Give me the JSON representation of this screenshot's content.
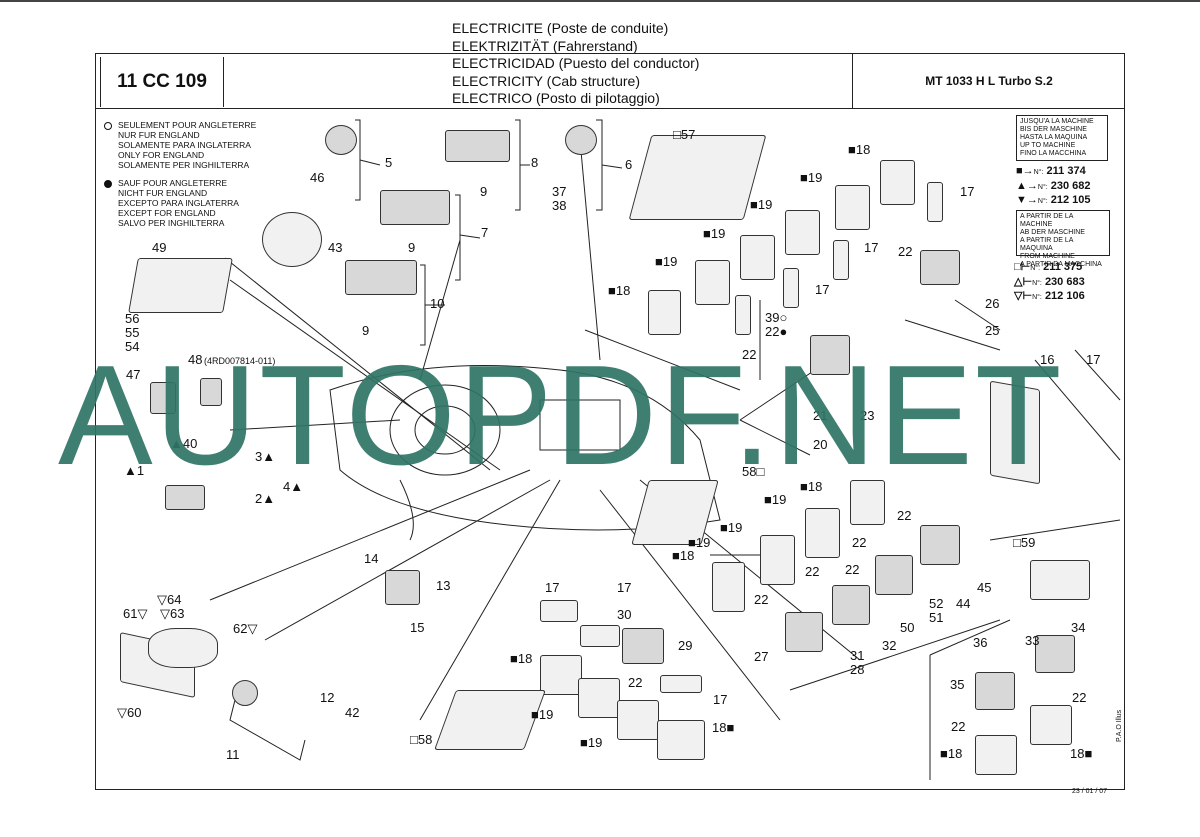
{
  "header": {
    "doc_code": "11 CC 109",
    "titles": [
      "ELECTRICITE (Poste de conduite)",
      "ELEKTRIZITÄT (Fahrerstand)",
      "ELECTRICIDAD (Puesto del conductor)",
      "ELECTRICITY (Cab structure)",
      "ELECTRICO (Posto di pilotaggio)"
    ],
    "model": "MT 1033 H L Turbo S.2"
  },
  "legend_open": [
    "SEULEMENT POUR ANGLETERRE",
    "NUR FUR ENGLAND",
    "SOLAMENTE PARA INGLATERRA",
    "ONLY FOR ENGLAND",
    "SOLAMENTE PER INGHILTERRA"
  ],
  "legend_filled": [
    "SAUF POUR ANGLETERRE",
    "NICHT FUR ENGLAND",
    "EXCEPTO PARA INGLATERRA",
    "EXCEPT FOR ENGLAND",
    "SALVO PER INGHILTERRA"
  ],
  "serial_until_text": [
    "JUSQU'A LA MACHINE",
    "BIS DER MASCHINE",
    "HASTA LA MAQUINA",
    "UP TO MACHINE",
    "FINO LA MACCHINA"
  ],
  "serial_from_text": [
    "A PARTIR DE LA MACHINE",
    "AB DER MASCHINE",
    "A PARTIR DE LA MAQUINA",
    "FROM MACHINE",
    "A PARTIR DA MACCHINA"
  ],
  "serials_until": [
    {
      "sym": "■",
      "num": "211 374"
    },
    {
      "sym": "▲",
      "num": "230 682"
    },
    {
      "sym": "▼",
      "num": "212 105"
    }
  ],
  "serials_from": [
    {
      "sym": "□",
      "num": "211 375"
    },
    {
      "sym": "△",
      "num": "230 683"
    },
    {
      "sym": "▽",
      "num": "212 106"
    }
  ],
  "no_prefix": "N°:",
  "ref_note": "(4RD007814-011)",
  "watermark": "AUTOPDF.NET",
  "footer": {
    "date": "23 / 01 / 07",
    "illus": "P.A.O Illus"
  },
  "callouts": [
    {
      "t": "5"
    },
    {
      "t": "8"
    },
    {
      "t": "6"
    },
    {
      "t": "□57"
    },
    {
      "t": "46"
    },
    {
      "t": "9"
    },
    {
      "t": "37"
    },
    {
      "t": "38"
    },
    {
      "t": "43"
    },
    {
      "t": "9"
    },
    {
      "t": "7"
    },
    {
      "t": "49"
    },
    {
      "t": "10"
    },
    {
      "t": "9"
    },
    {
      "t": "56"
    },
    {
      "t": "55"
    },
    {
      "t": "54"
    },
    {
      "t": "48"
    },
    {
      "t": "47"
    },
    {
      "t": "■18"
    },
    {
      "t": "■19"
    },
    {
      "t": "■19"
    },
    {
      "t": "■19"
    },
    {
      "t": "■19"
    },
    {
      "t": "■18"
    },
    {
      "t": "17"
    },
    {
      "t": "17"
    },
    {
      "t": "17"
    },
    {
      "t": "22"
    },
    {
      "t": "26"
    },
    {
      "t": "25"
    },
    {
      "t": "39○"
    },
    {
      "t": "22●"
    },
    {
      "t": "22"
    },
    {
      "t": "16"
    },
    {
      "t": "17"
    },
    {
      "t": "21"
    },
    {
      "t": "23"
    },
    {
      "t": "20"
    },
    {
      "t": "▲1"
    },
    {
      "t": "▲40"
    },
    {
      "t": "3▲"
    },
    {
      "t": "2▲"
    },
    {
      "t": "4▲"
    },
    {
      "t": "58□"
    },
    {
      "t": "■18"
    },
    {
      "t": "■19"
    },
    {
      "t": "■19"
    },
    {
      "t": "■19"
    },
    {
      "t": "■18"
    },
    {
      "t": "22"
    },
    {
      "t": "22"
    },
    {
      "t": "44"
    },
    {
      "t": "45"
    },
    {
      "t": "□59"
    },
    {
      "t": "14"
    },
    {
      "t": "13"
    },
    {
      "t": "15"
    },
    {
      "t": "▽64"
    },
    {
      "t": "61▽"
    },
    {
      "t": "▽63"
    },
    {
      "t": "62▽"
    },
    {
      "t": "▽60"
    },
    {
      "t": "17"
    },
    {
      "t": "17"
    },
    {
      "t": "30"
    },
    {
      "t": "29"
    },
    {
      "t": "■18"
    },
    {
      "t": "22"
    },
    {
      "t": "17"
    },
    {
      "t": "■19"
    },
    {
      "t": "■19"
    },
    {
      "t": "18■"
    },
    {
      "t": "□58"
    },
    {
      "t": "12"
    },
    {
      "t": "42"
    },
    {
      "t": "11"
    },
    {
      "t": "22"
    },
    {
      "t": "22"
    },
    {
      "t": "22"
    },
    {
      "t": "27"
    },
    {
      "t": "31"
    },
    {
      "t": "28"
    },
    {
      "t": "32"
    },
    {
      "t": "50"
    },
    {
      "t": "52"
    },
    {
      "t": "51"
    },
    {
      "t": "36"
    },
    {
      "t": "33"
    },
    {
      "t": "34"
    },
    {
      "t": "35"
    },
    {
      "t": "22"
    },
    {
      "t": "22"
    },
    {
      "t": "■18"
    },
    {
      "t": "18■"
    }
  ]
}
